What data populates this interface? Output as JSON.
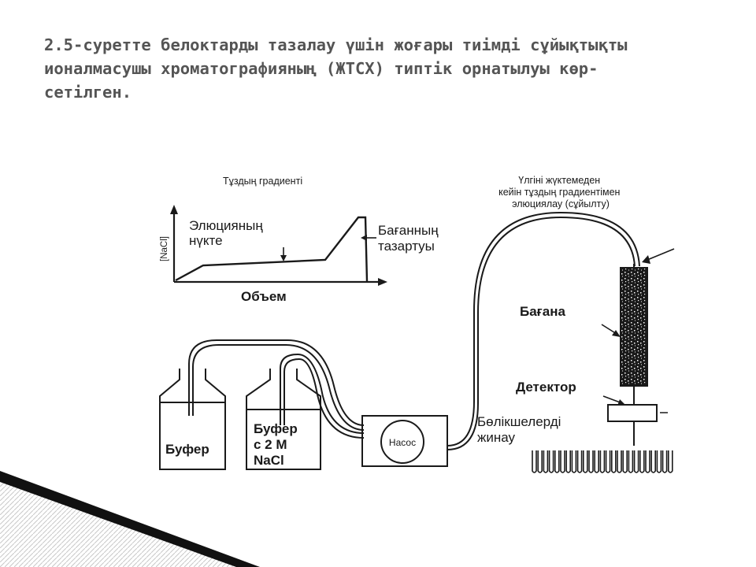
{
  "slide": {
    "title_lines": [
      "2.5-суретте белоктарды тазалау үшін жоғары тиімді сұйықтықты",
      "ионалмасушы хроматографияның (ЖТСХ) типтік орнатылуы көр-",
      "сетілген."
    ]
  },
  "diagram": {
    "gradient_title": "Тұздың градиенті",
    "y_axis_label": "[NaCl]",
    "x_axis_label": "Объем",
    "elution_point_label": [
      "Элюцияның",
      "нүкте"
    ],
    "column_cleaning_label": [
      "Бағанның",
      "тазартуы"
    ],
    "elution_note_lines": [
      "Үлгіні жүктемеден",
      "кейін тұздың градиентімен",
      "элюциялау (сұйылту)"
    ],
    "column_label": "Бағана",
    "detector_label": "Детектор",
    "fraction_collection_label": [
      "Бөлікшелерді",
      "жинау"
    ],
    "pump_label": "Насос",
    "bottle1_label": [
      "Буфер"
    ],
    "bottle2_label": [
      "Буфер",
      "с 2 М",
      "NaCl"
    ]
  },
  "colors": {
    "title": "#555555",
    "line": "#1a1a1a",
    "decor_dark": "#111111",
    "decor_light": "#c8c8c8"
  }
}
